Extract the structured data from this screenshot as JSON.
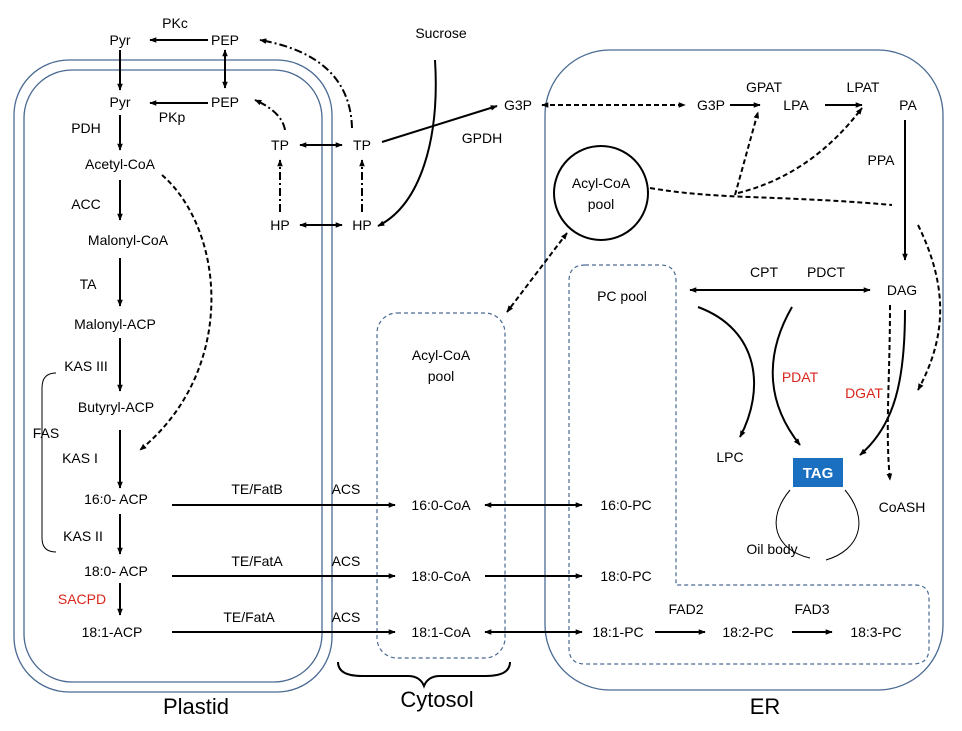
{
  "compartments": {
    "plastid": "Plastid",
    "cytosol": "Cytosol",
    "er": "ER"
  },
  "cytosol_top": {
    "pyr": "Pyr",
    "pep": "PEP",
    "pkc": "PKc",
    "sucrose": "Sucrose",
    "g3p": "G3P",
    "gpdh": "GPDH",
    "tp": "TP",
    "hp": "HP"
  },
  "plastid": {
    "pyr": "Pyr",
    "pep": "PEP",
    "pkp": "PKp",
    "pdh": "PDH",
    "acetyl_coa": "Acetyl-CoA",
    "acc": "ACC",
    "malonyl_coa": "Malonyl-CoA",
    "ta": "TA",
    "malonyl_acp": "Malonyl-ACP",
    "kas3": "KAS III",
    "butyryl_acp": "Butyryl-ACP",
    "fas": "FAS",
    "kas1": "KAS I",
    "acp160": "16:0- ACP",
    "kas2": "KAS II",
    "acp180": "18:0- ACP",
    "sacpd": "SACPD",
    "acp181": "18:1-ACP",
    "tp": "TP",
    "hp": "HP"
  },
  "export": {
    "te_fatb": "TE/FatB",
    "te_fata_1": "TE/FatA",
    "te_fata_2": "TE/FatA",
    "acs_1": "ACS",
    "acs_2": "ACS",
    "acs_3": "ACS"
  },
  "cytosol_pool": {
    "label": "Acyl-CoA pool",
    "coa160": "16:0-CoA",
    "coa180": "18:0-CoA",
    "coa181": "18:1-CoA"
  },
  "er": {
    "g3p": "G3P",
    "gpat": "GPAT",
    "lpa": "LPA",
    "lpat": "LPAT",
    "pa": "PA",
    "ppa": "PPA",
    "acyl_coa_pool": "Acyl-CoA pool",
    "dag": "DAG",
    "cpt": "CPT",
    "pdct": "PDCT",
    "pc_pool": "PC pool",
    "pdat": "PDAT",
    "dgat": "DGAT",
    "lpc": "LPC",
    "tag": "TAG",
    "coash": "CoASH",
    "oil_body": "Oil body",
    "pc160": "16:0-PC",
    "pc180": "18:0-PC",
    "pc181": "18:1-PC",
    "fad2": "FAD2",
    "pc182": "18:2-PC",
    "fad3": "FAD3",
    "pc183": "18:3-PC"
  },
  "colors": {
    "enzyme_highlight": "#d9261c",
    "membrane": "#4a6a92",
    "tag_box": "#1a6fc0"
  }
}
